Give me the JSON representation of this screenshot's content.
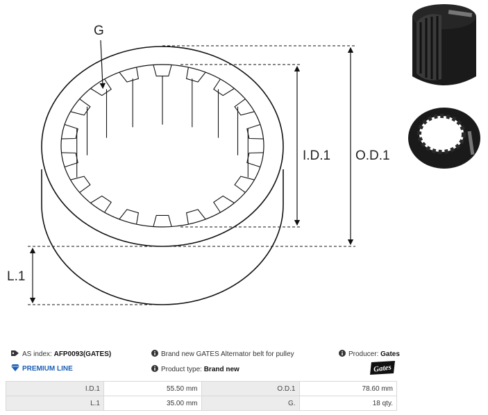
{
  "drawing": {
    "label_g": "G",
    "label_id": "I.D.1",
    "label_od": "O.D.1",
    "label_l": "L.1"
  },
  "info": {
    "as_index_label": "AS index:",
    "as_index_value": "AFP0093(GATES)",
    "premium": "PREMIUM LINE",
    "description": "Brand new GATES Alternator belt for pulley",
    "product_type_label": "Product type:",
    "product_type_value": "Brand new",
    "producer_label": "Producer:",
    "producer_value": "Gates",
    "logo_text": "Gates"
  },
  "specs": {
    "rows": [
      {
        "l1": "I.D.1",
        "v1": "55.50 mm",
        "l2": "O.D.1",
        "v2": "78.60 mm"
      },
      {
        "l1": "L.1",
        "v1": "35.00 mm",
        "l2": "G.",
        "v2": "18 qty."
      }
    ]
  },
  "colors": {
    "premium_blue": "#1b5fb5",
    "belt_black": "#1a1a1a"
  }
}
